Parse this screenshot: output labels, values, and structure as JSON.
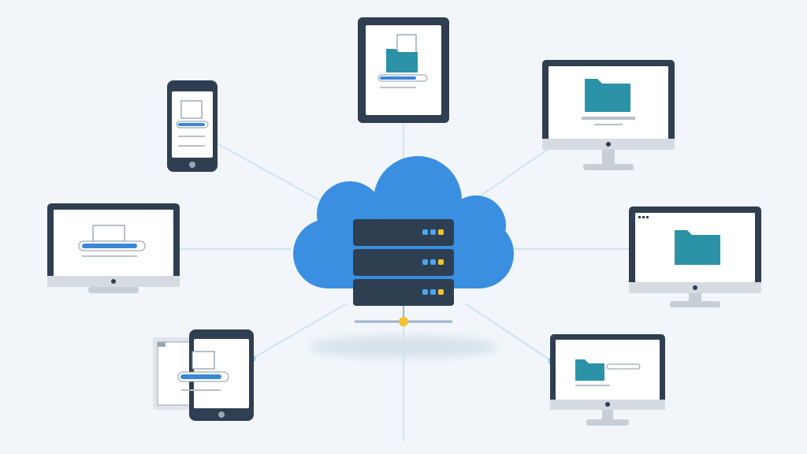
{
  "diagram": {
    "colors": {
      "background": "#f2f6fa",
      "cloud": "#3a8fe0",
      "server": "#2e3f52",
      "device_frame": "#2f3e50",
      "folder": "#2c92a8",
      "progress": "#3a87d6",
      "connector": "#cfe3f2",
      "hub_dot": "#f2c12e",
      "led_blue": "#4aa6f0",
      "led_yellow": "#f2c12e"
    },
    "hub": {
      "type": "cloud-server",
      "server_units": 3,
      "icons": [
        "cloud-icon",
        "server-rack-icon"
      ]
    },
    "devices": [
      {
        "type": "phone",
        "position": "top-left",
        "content": "document-upload"
      },
      {
        "type": "tablet",
        "position": "top",
        "content": "document-folder-upload"
      },
      {
        "type": "monitor",
        "position": "top-right",
        "content": "folder"
      },
      {
        "type": "monitor",
        "position": "left",
        "content": "document-upload"
      },
      {
        "type": "monitor",
        "position": "right",
        "content": "folder"
      },
      {
        "type": "laptop-and-phone",
        "position": "bottom-left",
        "content": "document-upload"
      },
      {
        "type": "monitor",
        "position": "bottom-right",
        "content": "folder"
      }
    ]
  }
}
